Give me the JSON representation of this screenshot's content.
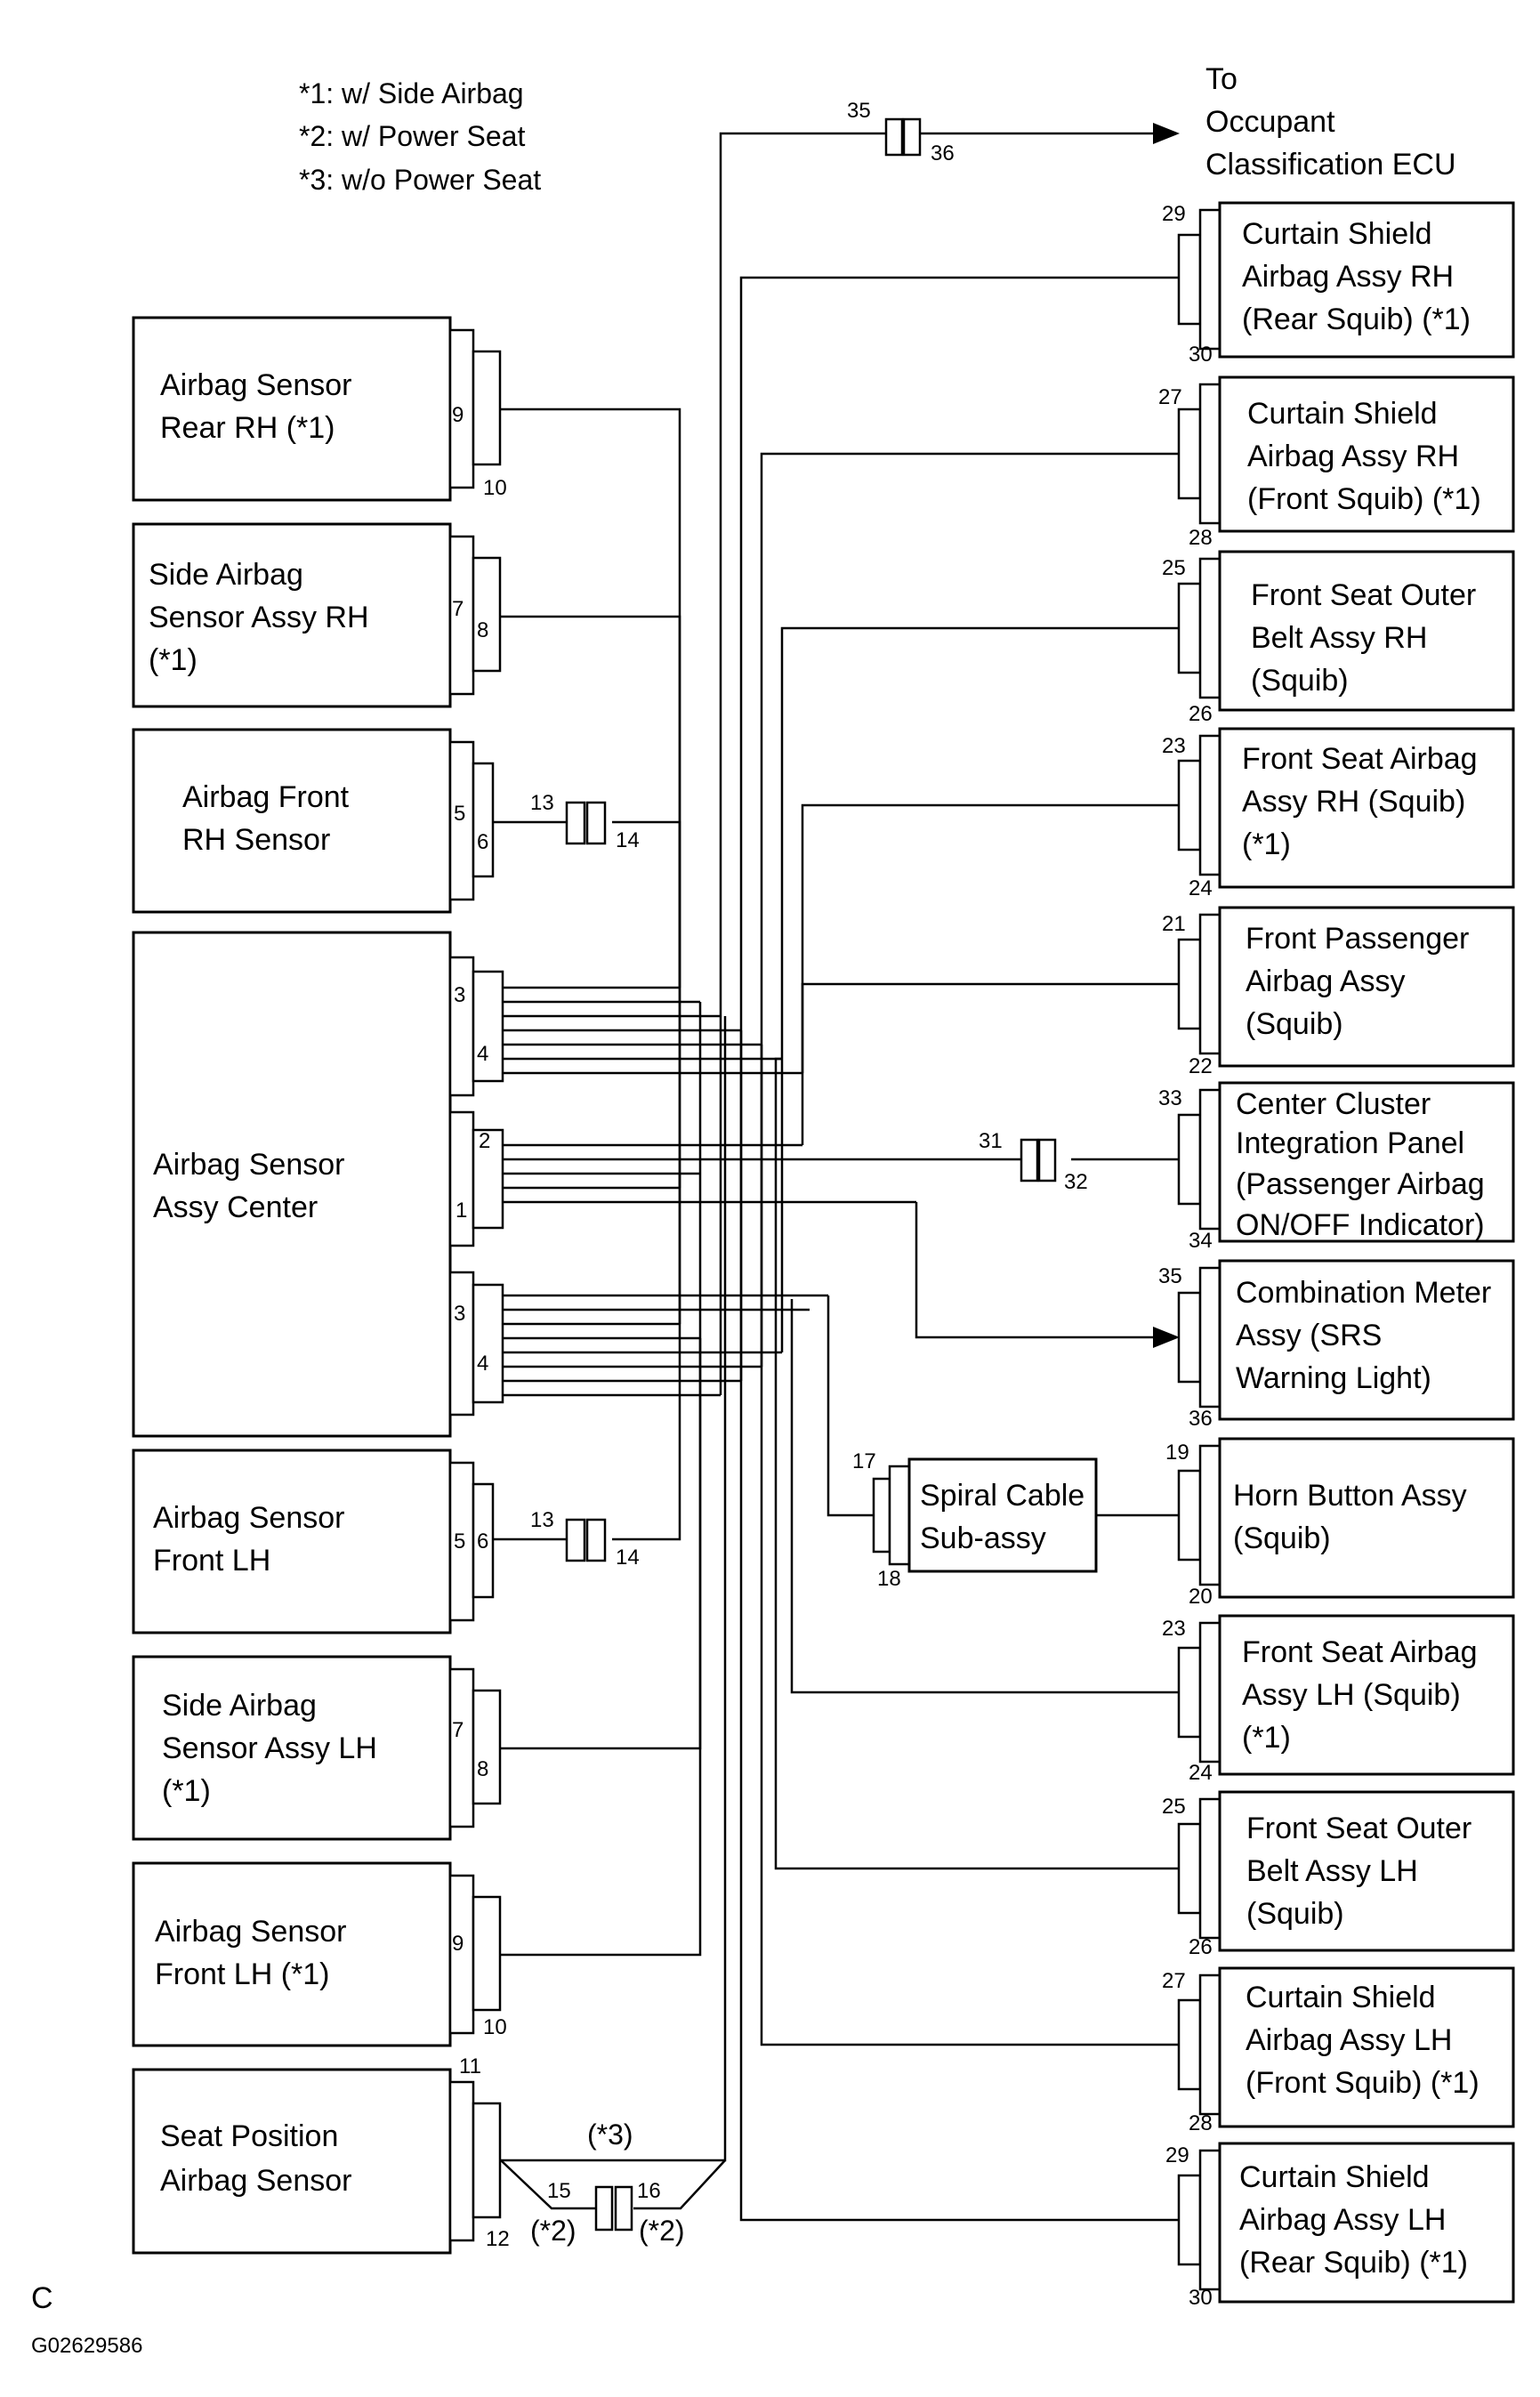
{
  "legend": [
    "*1: w/ Side Airbag",
    "*2: w/ Power Seat",
    "*3: w/o Power Seat"
  ],
  "left_components": {
    "rear_rh": {
      "lines": [
        "Airbag Sensor",
        "Rear RH (*1)"
      ],
      "pins": [
        "9",
        "10"
      ]
    },
    "side_rh": {
      "lines": [
        "Side Airbag",
        "Sensor Assy RH",
        "(*1)"
      ],
      "pins": [
        "7",
        "8"
      ]
    },
    "front_rh": {
      "lines": [
        "Airbag Front",
        "RH Sensor"
      ],
      "pins": [
        "5",
        "6"
      ]
    },
    "center": {
      "lines": [
        "Airbag Sensor",
        "Assy Center"
      ],
      "pins": [
        "3",
        "4",
        "2",
        "1",
        "3",
        "4"
      ]
    },
    "front_lh": {
      "lines": [
        "Airbag Sensor",
        "Front LH"
      ],
      "pins": [
        "5",
        "6"
      ]
    },
    "side_lh": {
      "lines": [
        "Side Airbag",
        "Sensor Assy LH",
        "(*1)"
      ],
      "pins": [
        "7",
        "8"
      ]
    },
    "front_lh1": {
      "lines": [
        "Airbag Sensor",
        "Front LH (*1)"
      ],
      "pins": [
        "9",
        "10"
      ]
    },
    "seat_pos": {
      "lines": [
        "Seat Position",
        "Airbag Sensor"
      ],
      "pins": [
        "11",
        "12"
      ]
    }
  },
  "right_components": {
    "to_ecu": {
      "lines": [
        "To",
        "Occupant",
        "Classification ECU"
      ]
    },
    "curtain_rh_rear": {
      "lines": [
        "Curtain Shield",
        "Airbag Assy RH",
        "(Rear Squib) (*1)"
      ],
      "pins": [
        "29",
        "30"
      ]
    },
    "curtain_rh_front": {
      "lines": [
        "Curtain Shield",
        "Airbag Assy RH",
        "(Front Squib) (*1)"
      ],
      "pins": [
        "27",
        "28"
      ]
    },
    "belt_rh": {
      "lines": [
        "Front Seat Outer",
        "Belt Assy RH",
        "(Squib)"
      ],
      "pins": [
        "25",
        "26"
      ]
    },
    "seat_airbag_rh": {
      "lines": [
        "Front Seat Airbag",
        "Assy RH (Squib)",
        "(*1)"
      ],
      "pins": [
        "23",
        "24"
      ]
    },
    "passenger": {
      "lines": [
        "Front Passenger",
        "Airbag Assy",
        "(Squib)"
      ],
      "pins": [
        "21",
        "22"
      ]
    },
    "cluster": {
      "lines": [
        "Center Cluster",
        "Integration Panel",
        "(Passenger Airbag",
        "ON/OFF Indicator)"
      ],
      "pins": [
        "33",
        "34"
      ]
    },
    "meter": {
      "lines": [
        "Combination Meter",
        "Assy (SRS",
        "Warning Light)"
      ],
      "pins": [
        "35",
        "36"
      ]
    },
    "horn": {
      "lines": [
        "Horn Button Assy",
        "(Squib)"
      ],
      "pins": [
        "19",
        "20"
      ]
    },
    "seat_airbag_lh": {
      "lines": [
        "Front Seat Airbag",
        "Assy LH (Squib)",
        "(*1)"
      ],
      "pins": [
        "23",
        "24"
      ]
    },
    "belt_lh": {
      "lines": [
        "Front Seat Outer",
        "Belt Assy LH",
        "(Squib)"
      ],
      "pins": [
        "25",
        "26"
      ]
    },
    "curtain_lh_front": {
      "lines": [
        "Curtain Shield",
        "Airbag Assy LH",
        "(Front Squib) (*1)"
      ],
      "pins": [
        "27",
        "28"
      ]
    },
    "curtain_lh_rear": {
      "lines": [
        "Curtain Shield",
        "Airbag Assy LH",
        "(Rear Squib) (*1)"
      ],
      "pins": [
        "29",
        "30"
      ]
    }
  },
  "spiral_cable": {
    "lines": [
      "Spiral Cable",
      "Sub-assy"
    ],
    "pins": [
      "17",
      "18"
    ]
  },
  "junctions": {
    "ecu": [
      "35",
      "36"
    ],
    "front_rh": [
      "13",
      "14"
    ],
    "front_lh": [
      "13",
      "14"
    ],
    "cluster": [
      "31",
      "32"
    ],
    "seat": [
      "15",
      "16"
    ],
    "seat_marks": [
      "(*3)",
      "(*2)",
      "(*2)"
    ]
  },
  "footer": {
    "letter": "C",
    "code": "G02629586"
  }
}
